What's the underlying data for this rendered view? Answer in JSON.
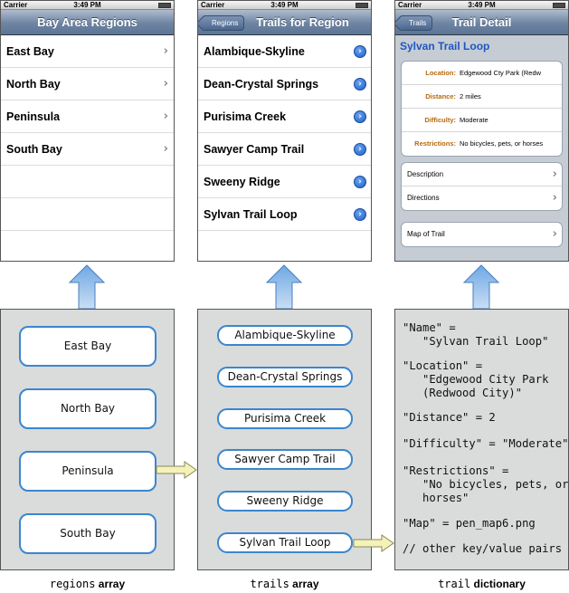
{
  "statusbar": {
    "carrier": "Carrier",
    "time": "3:49 PM"
  },
  "screens": {
    "regions": {
      "title": "Bay Area Regions",
      "rows": [
        "East Bay",
        "North Bay",
        "Peninsula",
        "South Bay"
      ]
    },
    "trails": {
      "back": "Regions",
      "title": "Trails for Region",
      "rows": [
        "Alambique-Skyline",
        "Dean-Crystal Springs",
        "Purisima Creek",
        "Sawyer Camp Trail",
        "Sweeny Ridge",
        "Sylvan Trail Loop"
      ]
    },
    "detail": {
      "back": "Trails",
      "title": "Trail Detail",
      "trail_name": "Sylvan Trail Loop",
      "fields": [
        {
          "key": "Location:",
          "value": "Edgewood Cty Park (Redw"
        },
        {
          "key": "Distance:",
          "value": "2 miles"
        },
        {
          "key": "Difficulty:",
          "value": "Moderate"
        },
        {
          "key": "Restrictions:",
          "value": "No bicycles, pets, or horses"
        }
      ],
      "links": [
        "Description",
        "Directions"
      ],
      "map_link": "Map of Trail"
    }
  },
  "regions_array": [
    "East Bay",
    "North Bay",
    "Peninsula",
    "South Bay"
  ],
  "trails_array": [
    "Alambique-Skyline",
    "Dean-Crystal Springs",
    "Purisima Creek",
    "Sawyer Camp Trail",
    "Sweeny Ridge",
    "Sylvan Trail Loop"
  ],
  "trail_dictionary_lines": [
    "\"Name\" =",
    "   \"Sylvan Trail Loop\"",
    "\"Location\" =",
    "   \"Edgewood City Park",
    "   (Redwood City)\"",
    "\"Distance\" = 2",
    "\"Difficulty\" = \"Moderate\"",
    "\"Restrictions\" =",
    "   \"No bicycles, pets, or",
    "   horses\"",
    "\"Map\" = pen_map6.png",
    "// other key/value pairs"
  ],
  "captions": [
    {
      "name": "regions",
      "kind": "array"
    },
    {
      "name": "trails",
      "kind": "array"
    },
    {
      "name": "trail",
      "kind": "dictionary"
    }
  ],
  "colors": {
    "navbar": "#6d84a2",
    "pill_border": "#3b86cf",
    "panel_bg": "#d9dcda",
    "arrow_fill": "#8fbbe6",
    "side_arrow_fill": "#f4f2b8",
    "detail_key": "#b7690c",
    "detail_title": "#1f56c2"
  }
}
